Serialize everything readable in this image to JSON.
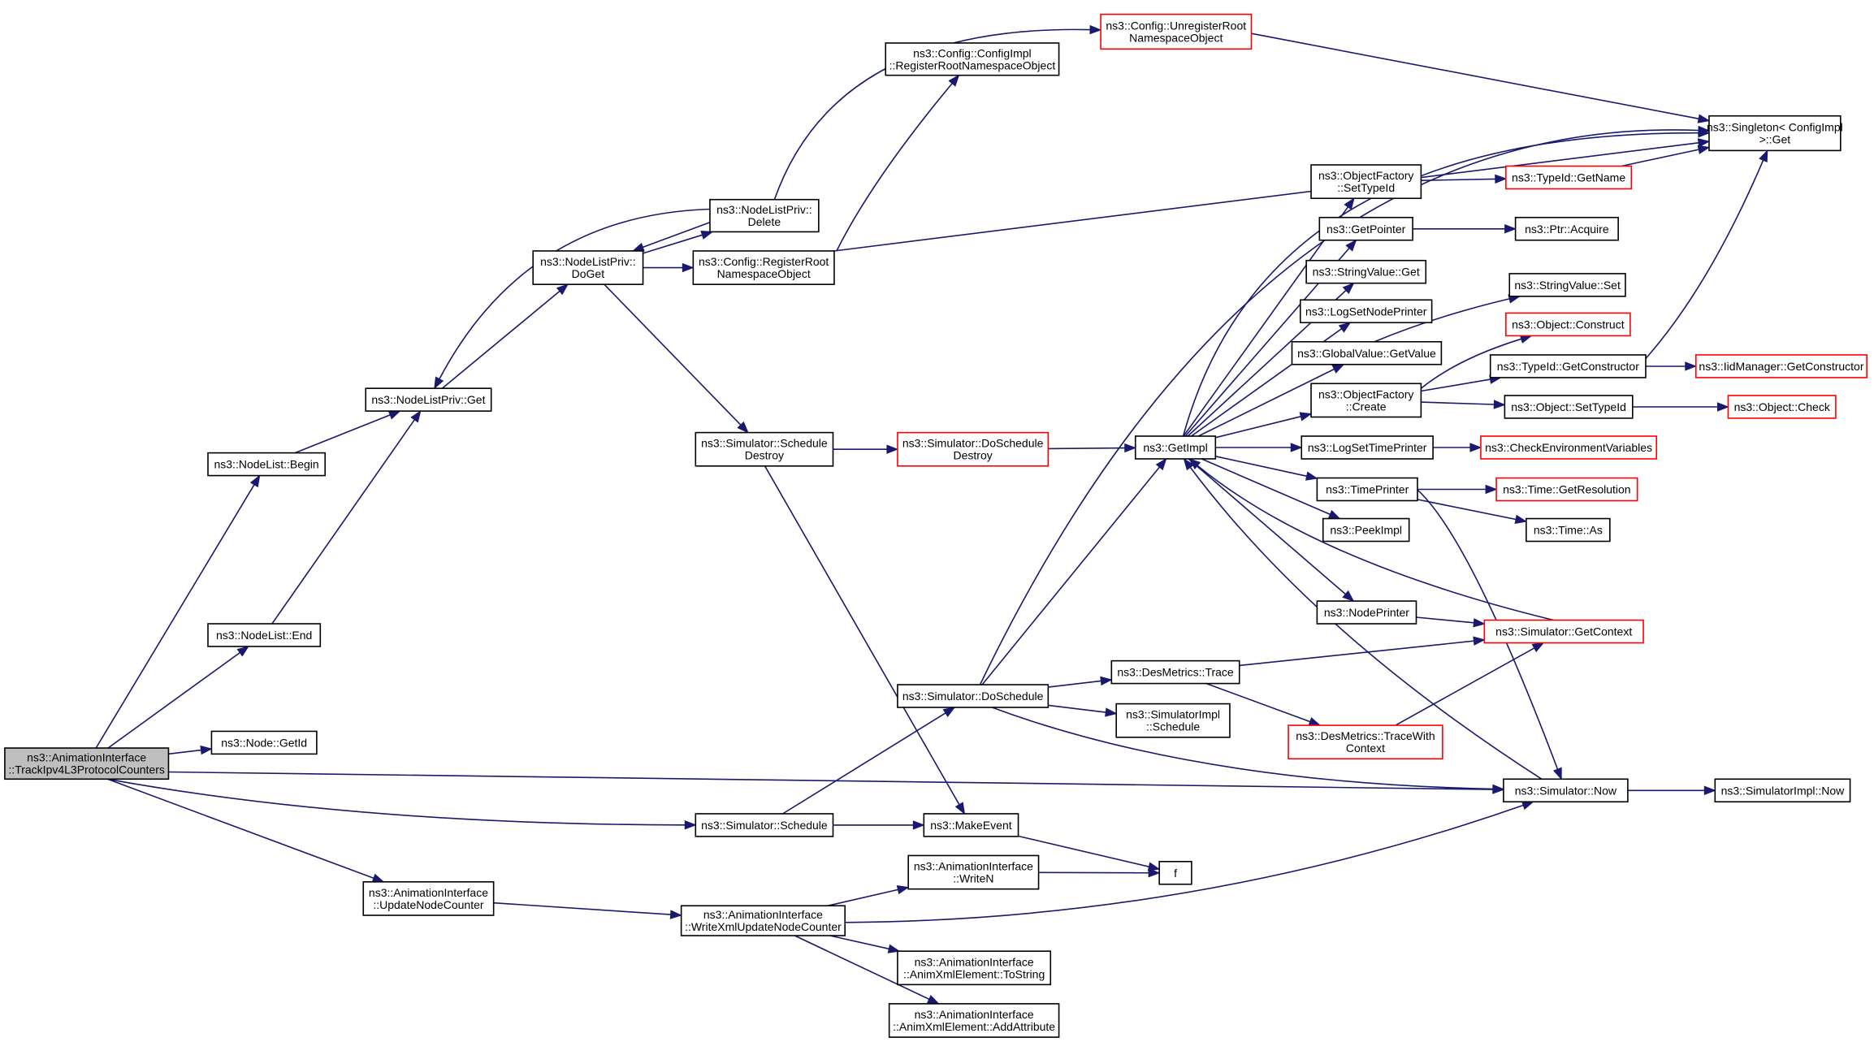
{
  "graph": {
    "nodes": [
      {
        "id": "root",
        "lines": [
          "ns3::AnimationInterface",
          "::TrackIpv4L3ProtocolCounters"
        ],
        "style": "root"
      },
      {
        "id": "nl_begin",
        "lines": [
          "ns3::NodeList::Begin"
        ],
        "style": "normal"
      },
      {
        "id": "nl_end",
        "lines": [
          "ns3::NodeList::End"
        ],
        "style": "normal"
      },
      {
        "id": "node_getid",
        "lines": [
          "ns3::Node::GetId"
        ],
        "style": "normal"
      },
      {
        "id": "nlp_get",
        "lines": [
          "ns3::NodeListPriv::Get"
        ],
        "style": "normal"
      },
      {
        "id": "nlp_doget",
        "lines": [
          "ns3::NodeListPriv::",
          "DoGet"
        ],
        "style": "normal"
      },
      {
        "id": "nlp_delete",
        "lines": [
          "ns3::NodeListPriv::",
          "Delete"
        ],
        "style": "normal"
      },
      {
        "id": "cfg_regroot",
        "lines": [
          "ns3::Config::RegisterRoot",
          "NamespaceObject"
        ],
        "style": "normal"
      },
      {
        "id": "cfgimpl_reg",
        "lines": [
          "ns3::Config::ConfigImpl",
          "::RegisterRootNamespaceObject"
        ],
        "style": "normal"
      },
      {
        "id": "cfg_unreg",
        "lines": [
          "ns3::Config::UnregisterRoot",
          "NamespaceObject"
        ],
        "style": "red"
      },
      {
        "id": "singleton_get",
        "lines": [
          "ns3::Singleton< ConfigImpl",
          ">::Get"
        ],
        "style": "normal"
      },
      {
        "id": "sim_schedule_destroy",
        "lines": [
          "ns3::Simulator::Schedule",
          "Destroy"
        ],
        "style": "normal"
      },
      {
        "id": "sim_doschedule_destroy",
        "lines": [
          "ns3::Simulator::DoSchedule",
          "Destroy"
        ],
        "style": "red"
      },
      {
        "id": "getimpl",
        "lines": [
          "ns3::GetImpl"
        ],
        "style": "normal"
      },
      {
        "id": "of_settypeid",
        "lines": [
          "ns3::ObjectFactory",
          "::SetTypeId"
        ],
        "style": "normal"
      },
      {
        "id": "typeid_getname",
        "lines": [
          "ns3::TypeId::GetName"
        ],
        "style": "red"
      },
      {
        "id": "getpointer",
        "lines": [
          "ns3::GetPointer"
        ],
        "style": "normal"
      },
      {
        "id": "ptr_acquire",
        "lines": [
          "ns3::Ptr::Acquire"
        ],
        "style": "normal"
      },
      {
        "id": "strval_get",
        "lines": [
          "ns3::StringValue::Get"
        ],
        "style": "normal"
      },
      {
        "id": "logsetnodeprinter",
        "lines": [
          "ns3::LogSetNodePrinter"
        ],
        "style": "normal"
      },
      {
        "id": "strval_set",
        "lines": [
          "ns3::StringValue::Set"
        ],
        "style": "normal"
      },
      {
        "id": "globalvalue_getvalue",
        "lines": [
          "ns3::GlobalValue::GetValue"
        ],
        "style": "normal"
      },
      {
        "id": "object_construct",
        "lines": [
          "ns3::Object::Construct"
        ],
        "style": "red"
      },
      {
        "id": "typeid_getconstructor",
        "lines": [
          "ns3::TypeId::GetConstructor"
        ],
        "style": "normal"
      },
      {
        "id": "iidmanager_getconstructor",
        "lines": [
          "ns3::IidManager::GetConstructor"
        ],
        "style": "red"
      },
      {
        "id": "of_create",
        "lines": [
          "ns3::ObjectFactory",
          "::Create"
        ],
        "style": "normal"
      },
      {
        "id": "object_settypeid",
        "lines": [
          "ns3::Object::SetTypeId"
        ],
        "style": "normal"
      },
      {
        "id": "object_check",
        "lines": [
          "ns3::Object::Check"
        ],
        "style": "red"
      },
      {
        "id": "logsettimeprinter",
        "lines": [
          "ns3::LogSetTimePrinter"
        ],
        "style": "normal"
      },
      {
        "id": "checkenvvars",
        "lines": [
          "ns3::CheckEnvironmentVariables"
        ],
        "style": "red"
      },
      {
        "id": "timeprinter",
        "lines": [
          "ns3::TimePrinter"
        ],
        "style": "normal"
      },
      {
        "id": "time_getresolution",
        "lines": [
          "ns3::Time::GetResolution"
        ],
        "style": "red"
      },
      {
        "id": "time_as",
        "lines": [
          "ns3::Time::As"
        ],
        "style": "normal"
      },
      {
        "id": "peekimpl",
        "lines": [
          "ns3::PeekImpl"
        ],
        "style": "normal"
      },
      {
        "id": "nodeprinter",
        "lines": [
          "ns3::NodePrinter"
        ],
        "style": "normal"
      },
      {
        "id": "sim_getcontext",
        "lines": [
          "ns3::Simulator::GetContext"
        ],
        "style": "red"
      },
      {
        "id": "sim_doschedule",
        "lines": [
          "ns3::Simulator::DoSchedule"
        ],
        "style": "normal"
      },
      {
        "id": "desmetrics_trace",
        "lines": [
          "ns3::DesMetrics::Trace"
        ],
        "style": "normal"
      },
      {
        "id": "simimpl_schedule",
        "lines": [
          "ns3::SimulatorImpl",
          "::Schedule"
        ],
        "style": "normal"
      },
      {
        "id": "desmetrics_tracewithcontext",
        "lines": [
          "ns3::DesMetrics::TraceWith",
          "Context"
        ],
        "style": "red"
      },
      {
        "id": "sim_now",
        "lines": [
          "ns3::Simulator::Now"
        ],
        "style": "normal"
      },
      {
        "id": "simimpl_now",
        "lines": [
          "ns3::SimulatorImpl::Now"
        ],
        "style": "normal"
      },
      {
        "id": "sim_schedule",
        "lines": [
          "ns3::Simulator::Schedule"
        ],
        "style": "normal"
      },
      {
        "id": "makeevent",
        "lines": [
          "ns3::MakeEvent"
        ],
        "style": "normal"
      },
      {
        "id": "f",
        "lines": [
          "f"
        ],
        "style": "normal"
      },
      {
        "id": "ai_writen",
        "lines": [
          "ns3::AnimationInterface",
          "::WriteN"
        ],
        "style": "normal"
      },
      {
        "id": "ai_updatenodecounter",
        "lines": [
          "ns3::AnimationInterface",
          "::UpdateNodeCounter"
        ],
        "style": "normal"
      },
      {
        "id": "ai_writexmlupdatenodecounter",
        "lines": [
          "ns3::AnimationInterface",
          "::WriteXmlUpdateNodeCounter"
        ],
        "style": "normal"
      },
      {
        "id": "ai_tostring",
        "lines": [
          "ns3::AnimationInterface",
          "::AnimXmlElement::ToString"
        ],
        "style": "normal"
      },
      {
        "id": "ai_addattribute",
        "lines": [
          "ns3::AnimationInterface",
          "::AnimXmlElement::AddAttribute"
        ],
        "style": "normal"
      }
    ],
    "edges": [
      [
        "root",
        "nl_begin"
      ],
      [
        "root",
        "nl_end"
      ],
      [
        "root",
        "node_getid"
      ],
      [
        "root",
        "sim_now"
      ],
      [
        "root",
        "sim_schedule"
      ],
      [
        "root",
        "ai_updatenodecounter"
      ],
      [
        "nl_begin",
        "nlp_get"
      ],
      [
        "nl_end",
        "nlp_get"
      ],
      [
        "nlp_get",
        "nlp_doget"
      ],
      [
        "nlp_doget",
        "nlp_delete"
      ],
      [
        "nlp_doget",
        "cfg_regroot"
      ],
      [
        "nlp_doget",
        "sim_schedule_destroy"
      ],
      [
        "nlp_delete",
        "nlp_get"
      ],
      [
        "nlp_delete",
        "nlp_doget"
      ],
      [
        "nlp_delete",
        "cfg_unreg"
      ],
      [
        "cfg_regroot",
        "cfgimpl_reg"
      ],
      [
        "cfg_regroot",
        "singleton_get"
      ],
      [
        "cfg_unreg",
        "singleton_get"
      ],
      [
        "sim_schedule_destroy",
        "sim_doschedule_destroy"
      ],
      [
        "sim_schedule_destroy",
        "makeevent"
      ],
      [
        "sim_doschedule_destroy",
        "getimpl"
      ],
      [
        "getimpl",
        "singleton_get"
      ],
      [
        "getimpl",
        "of_settypeid"
      ],
      [
        "getimpl",
        "getpointer"
      ],
      [
        "getimpl",
        "strval_get"
      ],
      [
        "getimpl",
        "logsetnodeprinter"
      ],
      [
        "getimpl",
        "globalvalue_getvalue"
      ],
      [
        "getimpl",
        "of_create"
      ],
      [
        "getimpl",
        "logsettimeprinter"
      ],
      [
        "getimpl",
        "timeprinter"
      ],
      [
        "getimpl",
        "peekimpl"
      ],
      [
        "getimpl",
        "nodeprinter"
      ],
      [
        "of_settypeid",
        "typeid_getname"
      ],
      [
        "typeid_getname",
        "singleton_get"
      ],
      [
        "getpointer",
        "ptr_acquire"
      ],
      [
        "globalvalue_getvalue",
        "strval_set"
      ],
      [
        "of_create",
        "object_construct"
      ],
      [
        "of_create",
        "typeid_getconstructor"
      ],
      [
        "of_create",
        "object_settypeid"
      ],
      [
        "typeid_getconstructor",
        "singleton_get"
      ],
      [
        "typeid_getconstructor",
        "iidmanager_getconstructor"
      ],
      [
        "object_settypeid",
        "object_check"
      ],
      [
        "logsettimeprinter",
        "checkenvvars"
      ],
      [
        "timeprinter",
        "time_getresolution"
      ],
      [
        "timeprinter",
        "time_as"
      ],
      [
        "timeprinter",
        "sim_now"
      ],
      [
        "nodeprinter",
        "sim_getcontext"
      ],
      [
        "sim_getcontext",
        "getimpl"
      ],
      [
        "sim_now",
        "getimpl"
      ],
      [
        "sim_now",
        "simimpl_now"
      ],
      [
        "sim_doschedule",
        "getimpl"
      ],
      [
        "sim_doschedule",
        "singleton_get"
      ],
      [
        "sim_doschedule",
        "desmetrics_trace"
      ],
      [
        "sim_doschedule",
        "simimpl_schedule"
      ],
      [
        "sim_doschedule",
        "sim_now"
      ],
      [
        "desmetrics_trace",
        "sim_getcontext"
      ],
      [
        "desmetrics_trace",
        "desmetrics_tracewithcontext"
      ],
      [
        "desmetrics_tracewithcontext",
        "sim_getcontext"
      ],
      [
        "sim_schedule",
        "sim_doschedule"
      ],
      [
        "sim_schedule",
        "makeevent"
      ],
      [
        "makeevent",
        "f"
      ],
      [
        "ai_writen",
        "f"
      ],
      [
        "ai_updatenodecounter",
        "ai_writexmlupdatenodecounter"
      ],
      [
        "ai_writexmlupdatenodecounter",
        "ai_writen"
      ],
      [
        "ai_writexmlupdatenodecounter",
        "ai_tostring"
      ],
      [
        "ai_writexmlupdatenodecounter",
        "ai_addattribute"
      ],
      [
        "ai_writexmlupdatenodecounter",
        "sim_now"
      ]
    ]
  }
}
